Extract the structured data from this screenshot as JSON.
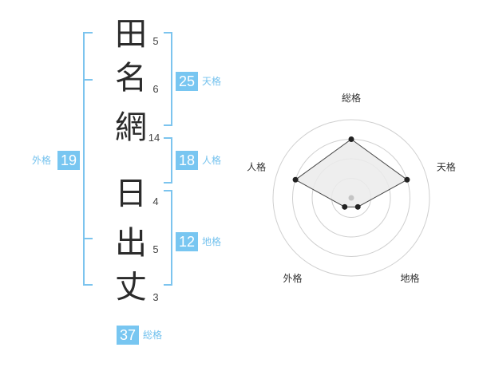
{
  "name": {
    "characters": [
      {
        "char": "田",
        "strokes": "5"
      },
      {
        "char": "名",
        "strokes": "6"
      },
      {
        "char": "網",
        "strokes": "14"
      },
      {
        "char": "日",
        "strokes": "4"
      },
      {
        "char": "出",
        "strokes": "5"
      },
      {
        "char": "丈",
        "strokes": "3"
      }
    ]
  },
  "kaku": {
    "tenkaku": {
      "value": "25",
      "label": "天格"
    },
    "jinkaku": {
      "value": "18",
      "label": "人格"
    },
    "chikaku": {
      "value": "12",
      "label": "地格"
    },
    "gaikaku": {
      "value": "19",
      "label": "外格"
    },
    "soukaku": {
      "value": "37",
      "label": "総格"
    }
  },
  "radar": {
    "axes": [
      "総格",
      "天格",
      "地格",
      "外格",
      "人格"
    ],
    "values": [
      4,
      4,
      1,
      1,
      4
    ],
    "max": 5,
    "colors": {
      "grid": "#cfcfcf",
      "fill": "#ebebeb",
      "line": "#444444",
      "point": "#222222",
      "center": "#c4c4c4"
    }
  },
  "colors": {
    "accent": "#78c6f1"
  }
}
